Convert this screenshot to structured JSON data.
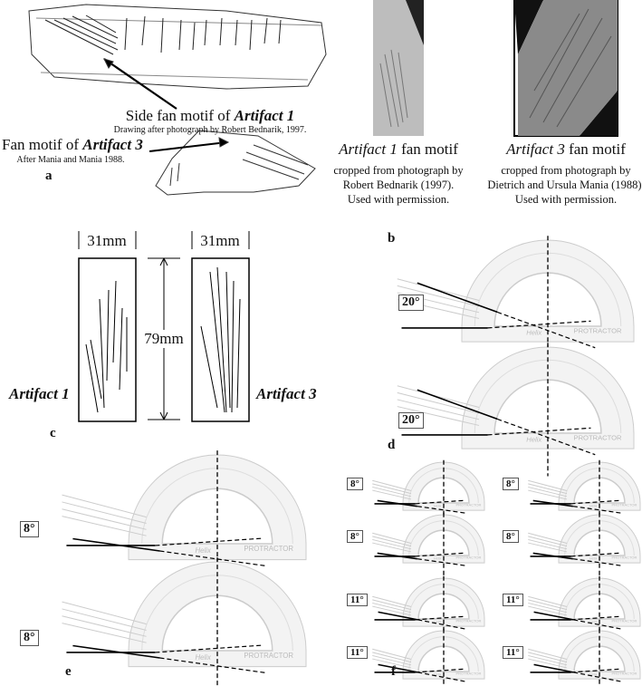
{
  "panel_a": {
    "side_caption_prefix": "Side fan motif of ",
    "side_caption_artifact": "Artifact 1",
    "side_credit": "Drawing after photograph by Robert Bednarik, 1997.",
    "fan_caption_prefix": "Fan motif of ",
    "fan_caption_artifact": "Artifact 3",
    "fan_credit": "After Mania and Mania 1988.",
    "label": "a"
  },
  "panel_b": {
    "left_title_artifact": "Artifact 1",
    "left_title_suffix": " fan motif",
    "left_credit": [
      "cropped from photograph by",
      "Robert Bednarik (1997).",
      "Used with permission."
    ],
    "right_title_artifact": "Artifact 3",
    "right_title_suffix": " fan motif",
    "right_credit": [
      "cropped from photograph by",
      "Dietrich and Ursula Mania (1988).",
      "Used with permission."
    ],
    "label": "b"
  },
  "panel_c": {
    "left_width": "31mm",
    "right_width": "31mm",
    "height": "79mm",
    "left_name": "Artifact 1",
    "right_name": "Artifact 3",
    "label": "c"
  },
  "panel_d": {
    "angles": [
      "20°",
      "20°"
    ],
    "label": "d"
  },
  "panel_e": {
    "angles": [
      "8°",
      "8°"
    ],
    "label": "e"
  },
  "panel_f": {
    "angles": [
      "8°",
      "8°",
      "8°",
      "8°",
      "11°",
      "11°",
      "11°",
      "11°"
    ],
    "label": "f"
  },
  "protractor_brand": "Helix",
  "protractor_word": "PROTRACTOR"
}
